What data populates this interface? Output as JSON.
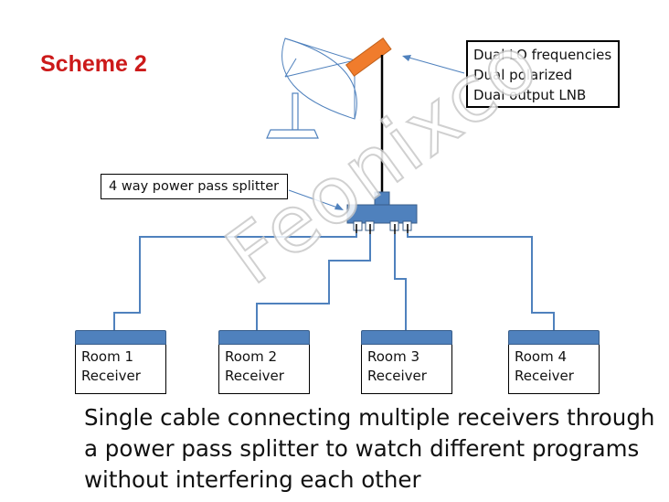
{
  "title": "Scheme 2",
  "lnb_label": [
    "Dual LO frequencies",
    "Dual polarized",
    "Dual output LNB"
  ],
  "splitter_label": "4 way power pass splitter",
  "rooms": [
    {
      "line1": "Room 1",
      "line2": "Receiver"
    },
    {
      "line1": "Room 2",
      "line2": "Receiver"
    },
    {
      "line1": "Room 3",
      "line2": "Receiver"
    },
    {
      "line1": "Room 4",
      "line2": "Receiver"
    }
  ],
  "caption": [
    "Single cable connecting multiple receivers through",
    "a power pass splitter to watch different programs",
    "without interfering each other"
  ],
  "watermark": "Feonixco",
  "colors": {
    "title": "#cc1a1a",
    "lnb": "#f07c2c",
    "cable": "#4f81bd",
    "splitter": "#4f81bd",
    "dish": "#4f81bd"
  }
}
